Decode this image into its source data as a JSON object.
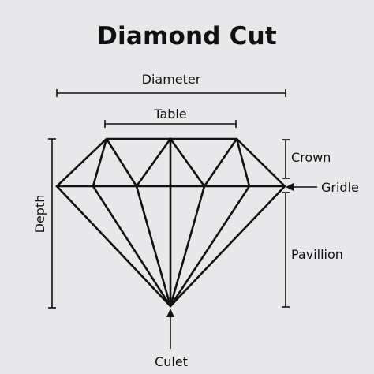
{
  "title": "Diamond Cut",
  "labels": {
    "diameter": "Diameter",
    "table": "Table",
    "crown": "Crown",
    "gridle": "Gridle",
    "pavillion": "Pavillion",
    "depth": "Depth",
    "culet": "Culet"
  },
  "colors": {
    "background": "#e8e8ea",
    "ink": "#111111"
  }
}
